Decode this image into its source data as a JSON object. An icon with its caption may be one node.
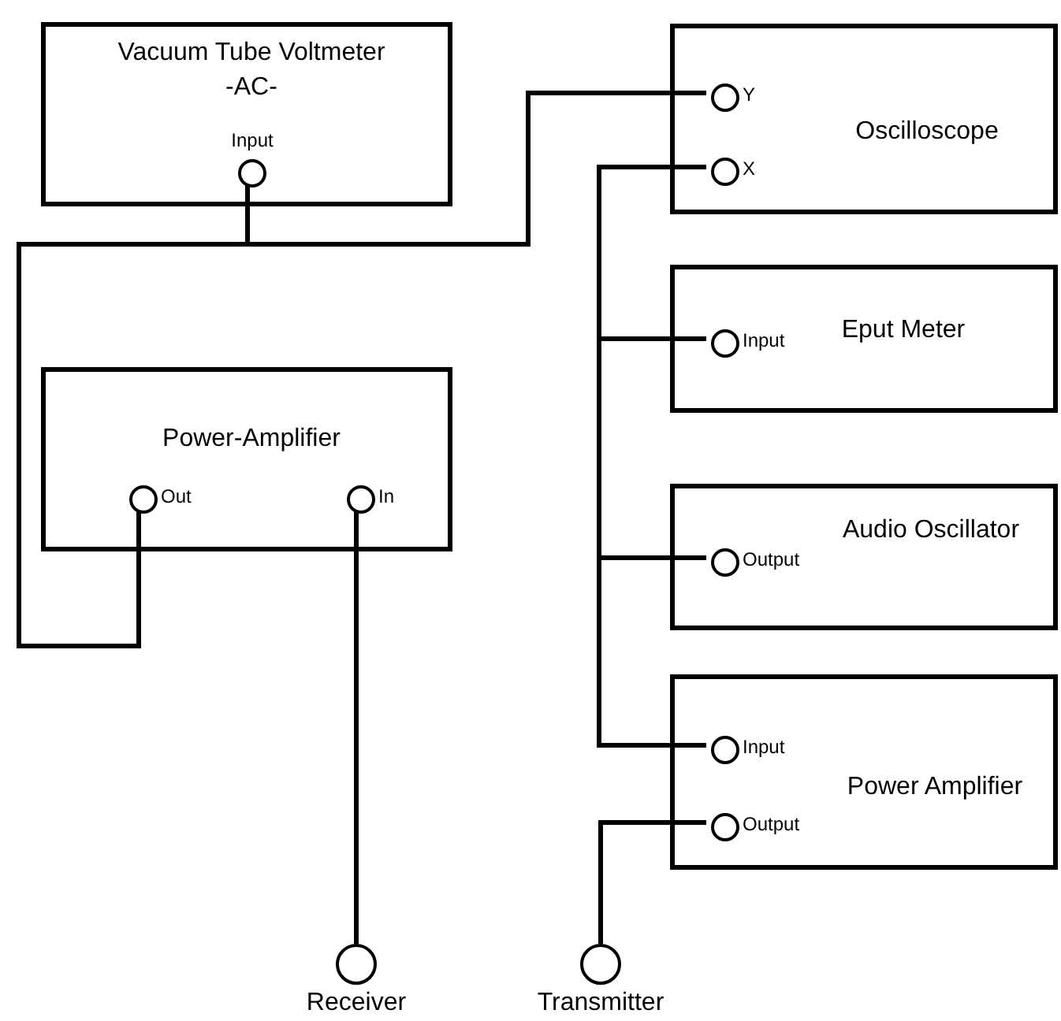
{
  "diagram": {
    "nodes": [
      {
        "text": [
          "Vacuum Tube Voltmeter",
          "-AC-"
        ]
      },
      {
        "text": [],
        "shape": "circle",
        "in": 0,
        "beside": [
          "Input"
        ]
      },
      {
        "text": [
          "Oscilloscope"
        ]
      },
      {
        "text": [],
        "shape": "circle",
        "in": 2,
        "beside": [
          "Y"
        ]
      },
      {
        "text": [],
        "shape": "circle",
        "in": 2,
        "beside": [
          "X"
        ]
      },
      {
        "text": [
          "Power-Amplifier"
        ]
      },
      {
        "text": [],
        "shape": "circle",
        "in": 5,
        "beside": [
          "Out"
        ]
      },
      {
        "text": [],
        "shape": "circle",
        "in": 5,
        "beside": [
          "In"
        ]
      },
      {
        "text": [
          "Eput Meter"
        ]
      },
      {
        "text": [],
        "shape": "circle",
        "in": 8,
        "beside": [
          "Input"
        ]
      },
      {
        "text": [
          "Audio Oscillator"
        ]
      },
      {
        "text": [],
        "shape": "circle",
        "in": 10,
        "beside": [
          "Output"
        ]
      },
      {
        "text": [
          "Power Amplifier"
        ]
      },
      {
        "text": [],
        "shape": "circle",
        "in": 12,
        "beside": [
          "Input"
        ]
      },
      {
        "text": [],
        "shape": "circle",
        "in": 12,
        "beside": [
          "Output"
        ]
      },
      {
        "text": [],
        "shape": "circle",
        "beside": [
          "Receiver"
        ]
      },
      {
        "text": [],
        "shape": "circle",
        "beside": [
          "Transmitter"
        ]
      }
    ],
    "edges": [
      {
        "from": 6,
        "to": 1,
        "arrow": "none"
      },
      {
        "from": 1,
        "to": 3,
        "arrow": "none"
      },
      {
        "from": 11,
        "to": 4,
        "arrow": "none"
      },
      {
        "from": 11,
        "to": 9,
        "arrow": "none"
      },
      {
        "from": 11,
        "to": 13,
        "arrow": "none"
      },
      {
        "from": 7,
        "to": 15,
        "arrow": "none"
      },
      {
        "from": 14,
        "to": 16,
        "arrow": "none"
      }
    ]
  }
}
